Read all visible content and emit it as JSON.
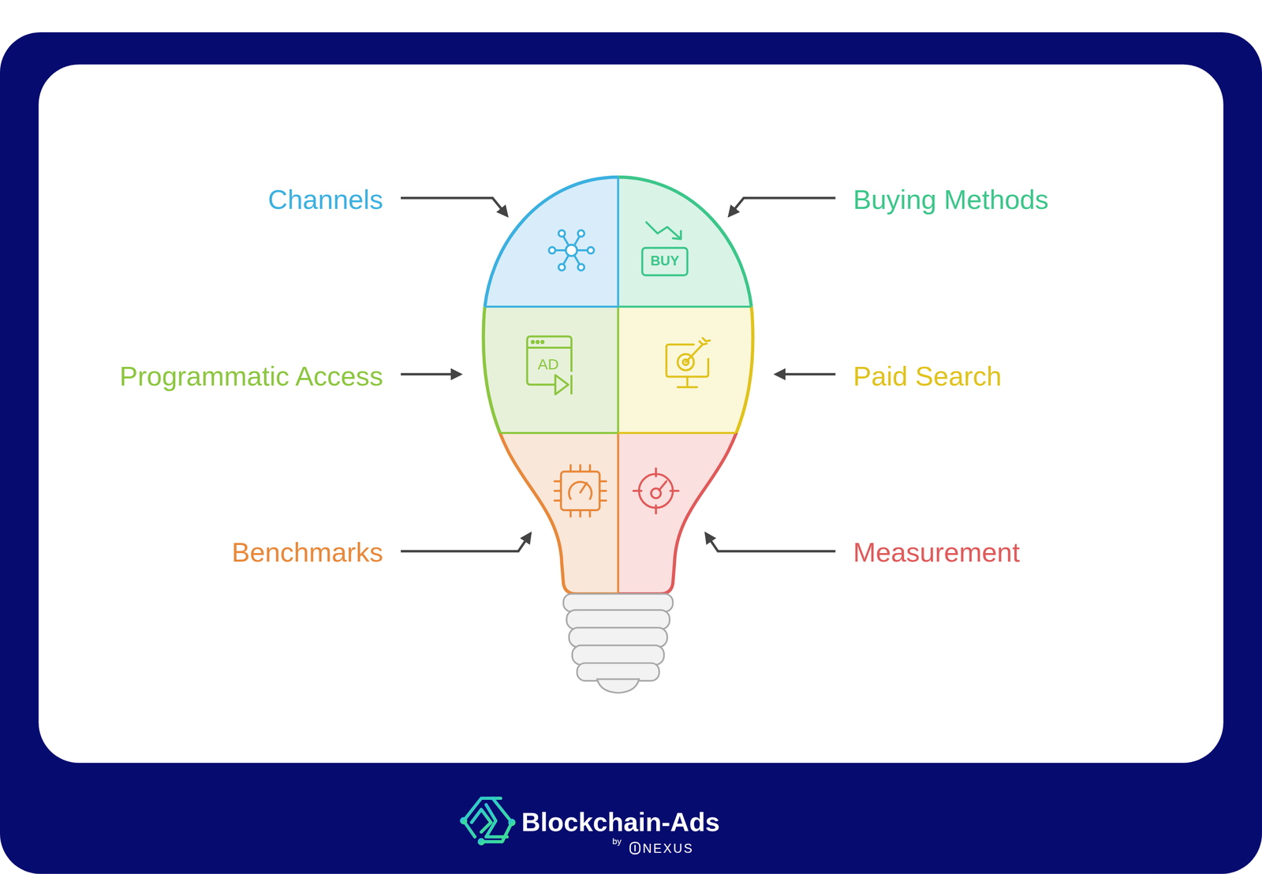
{
  "diagram": {
    "labels": [
      "Channels",
      "Buying Methods",
      "BUY",
      "Programmatic Access",
      "AD",
      "Paid Search",
      "Benchmarks",
      "Measurement",
      "Blockchain-Ads",
      "by",
      "NEXUS"
    ]
  }
}
